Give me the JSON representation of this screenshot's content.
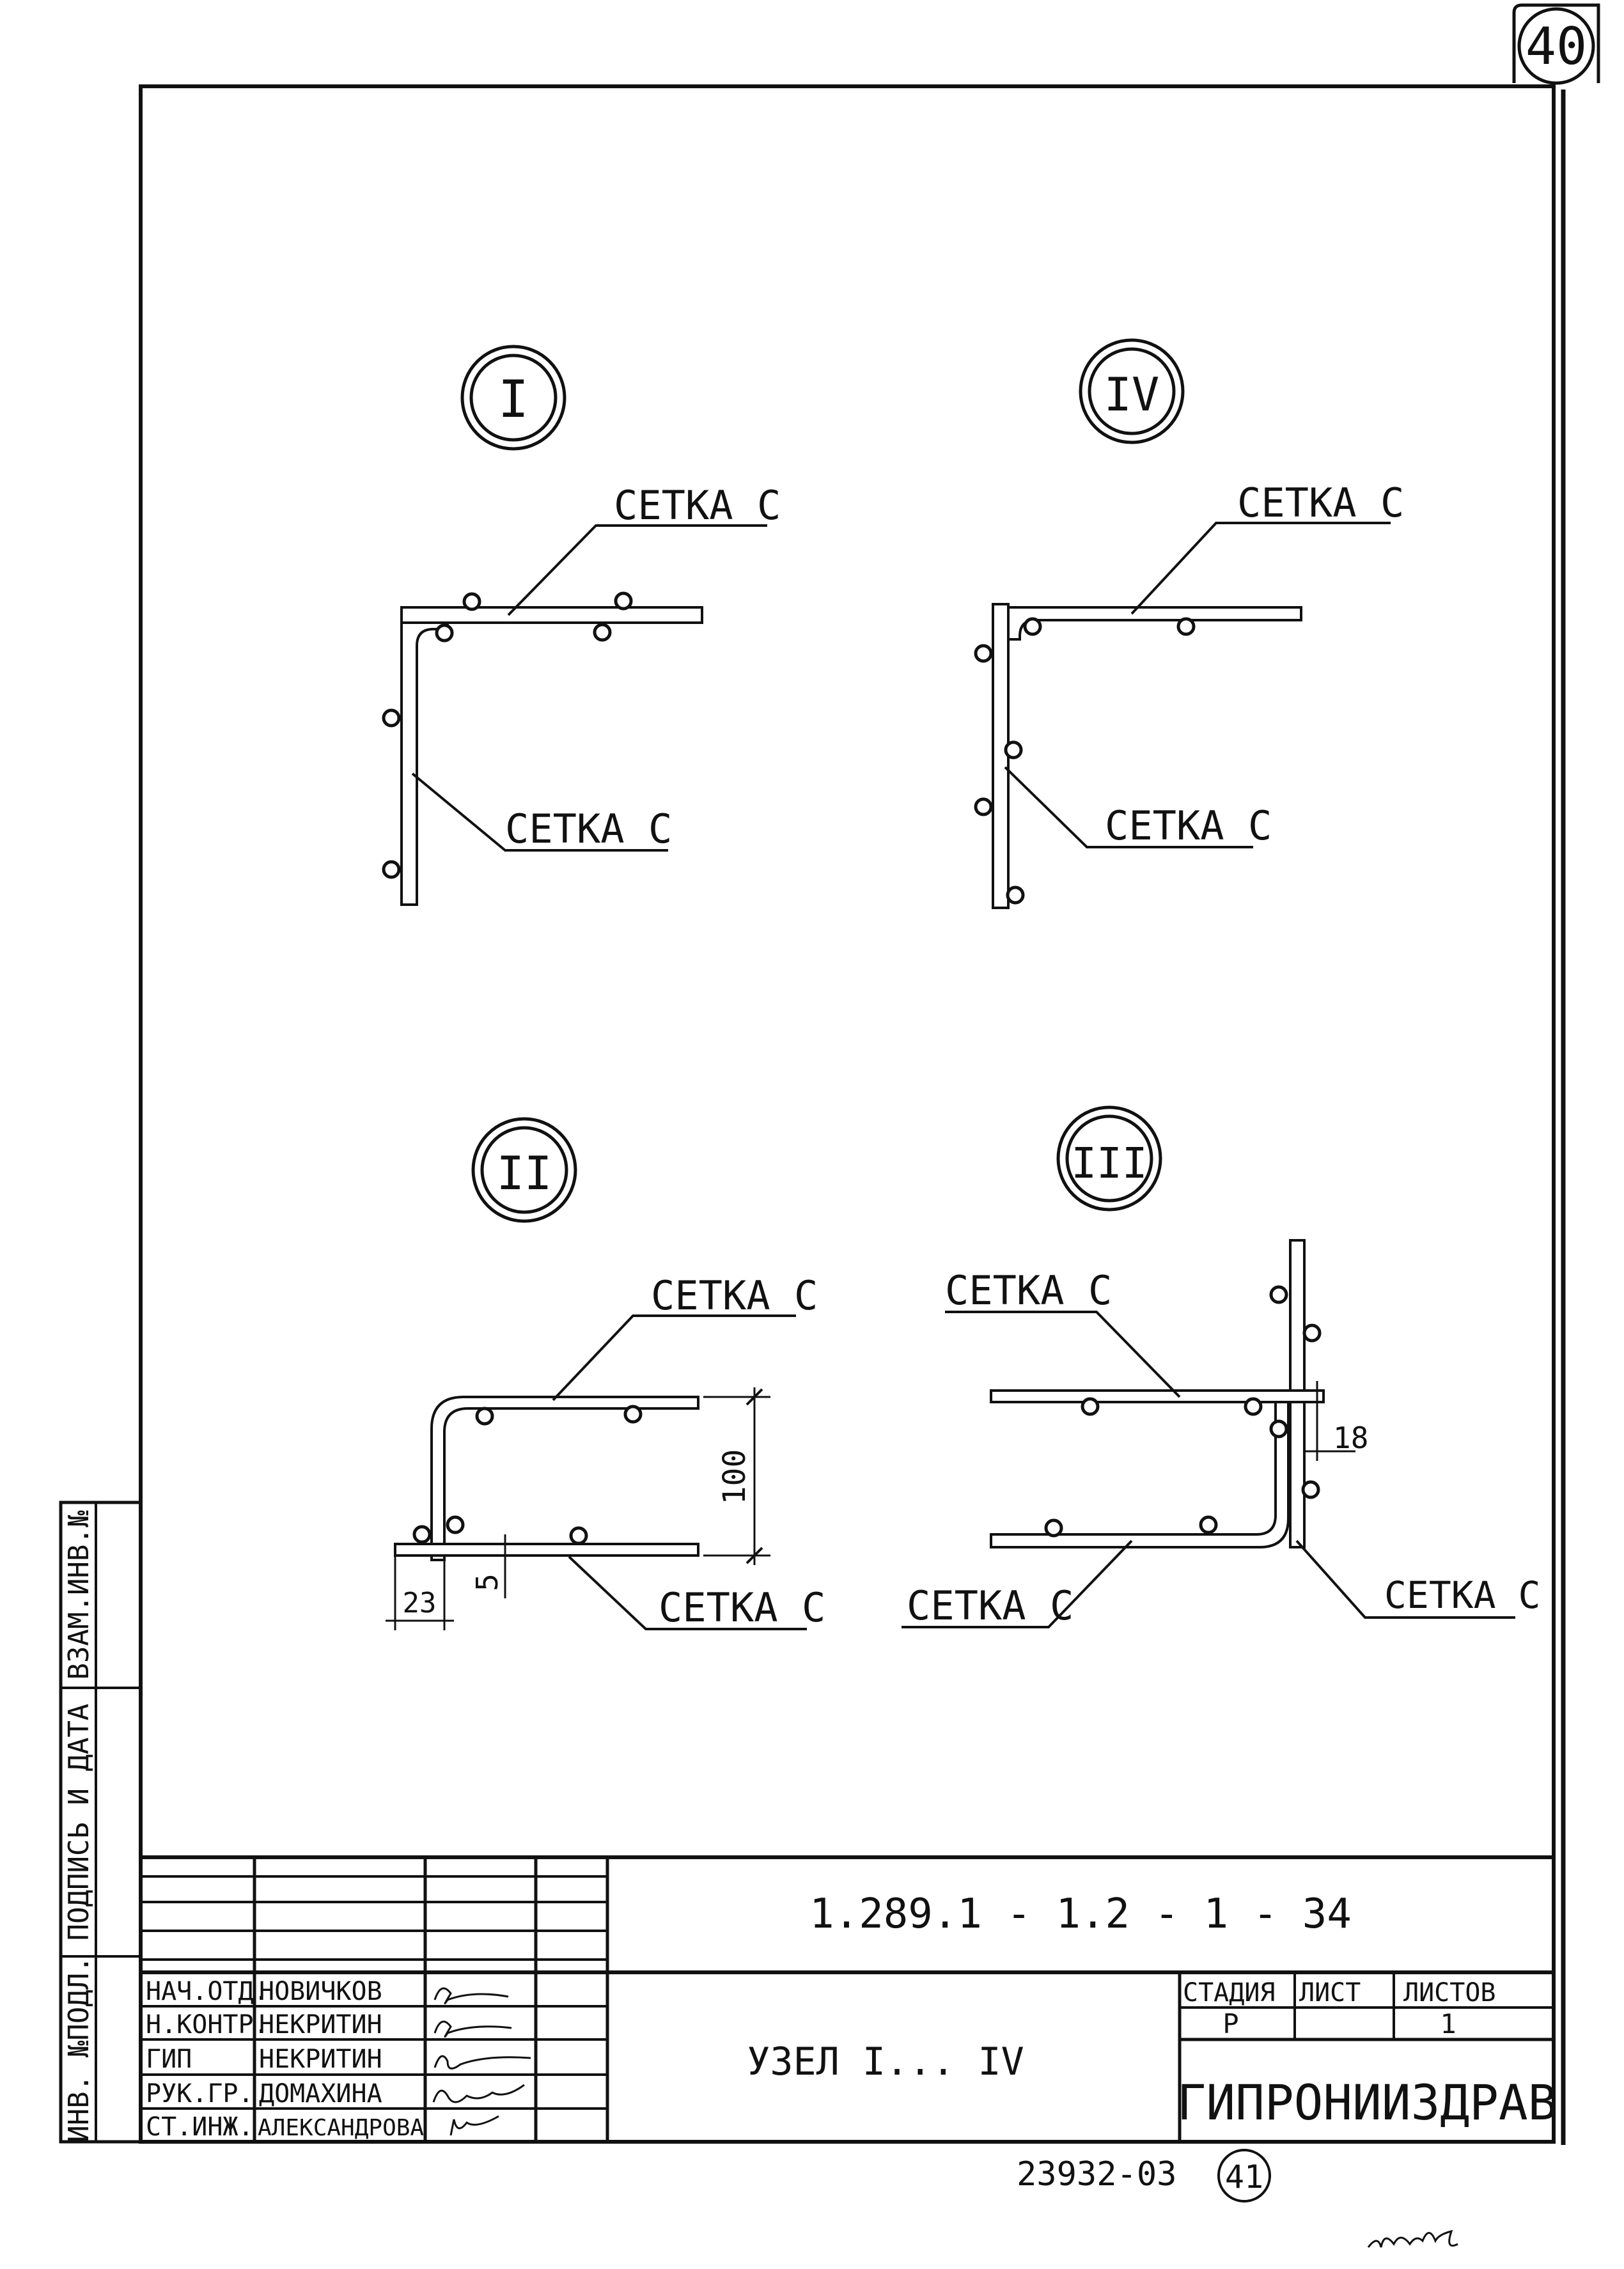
{
  "sheet_number": "40",
  "details": [
    {
      "roman": "I",
      "labels": [
        "СЕТКА С",
        "СЕТКА С"
      ]
    },
    {
      "roman": "IV",
      "labels": [
        "СЕТКА С",
        "СЕТКА С"
      ]
    },
    {
      "roman": "II",
      "labels": [
        "СЕТКА С",
        "СЕТКА С"
      ],
      "dims": [
        "100",
        "5",
        "23"
      ]
    },
    {
      "roman": "III",
      "labels": [
        "СЕТКА С",
        "СЕТКА С",
        "СЕТКА С"
      ],
      "dims": [
        "18"
      ]
    }
  ],
  "side_stamp": [
    "ИНВ. №ПОДЛ.",
    "ПОДПИСЬ И ДАТА",
    "ВЗАМ.ИНВ.№"
  ],
  "title_block": {
    "code": "1.289.1 - 1.2 - 1 - 34",
    "title": "УЗЕЛ I... IV",
    "roles": [
      {
        "role": "НАЧ.ОТД.",
        "name": "НОВИЧКОВ"
      },
      {
        "role": "Н.КОНТР.",
        "name": "НЕКРИТИН"
      },
      {
        "role": "ГИП",
        "name": "НЕКРИТИН"
      },
      {
        "role": "РУК.ГР.",
        "name": "ДОМАХИНА"
      },
      {
        "role": "СТ.ИНЖ.",
        "name": "АЛЕКСАНДРОВА"
      }
    ],
    "stage_header": "СТАДИЯ",
    "sheet_header": "ЛИСТ",
    "sheets_header": "ЛИСТОВ",
    "stage_value": "Р",
    "sheets_value": "1",
    "organization": "ГИПРОНИИЗДРАВ"
  },
  "archive_number": "23932-03",
  "page_number_circled": "41"
}
